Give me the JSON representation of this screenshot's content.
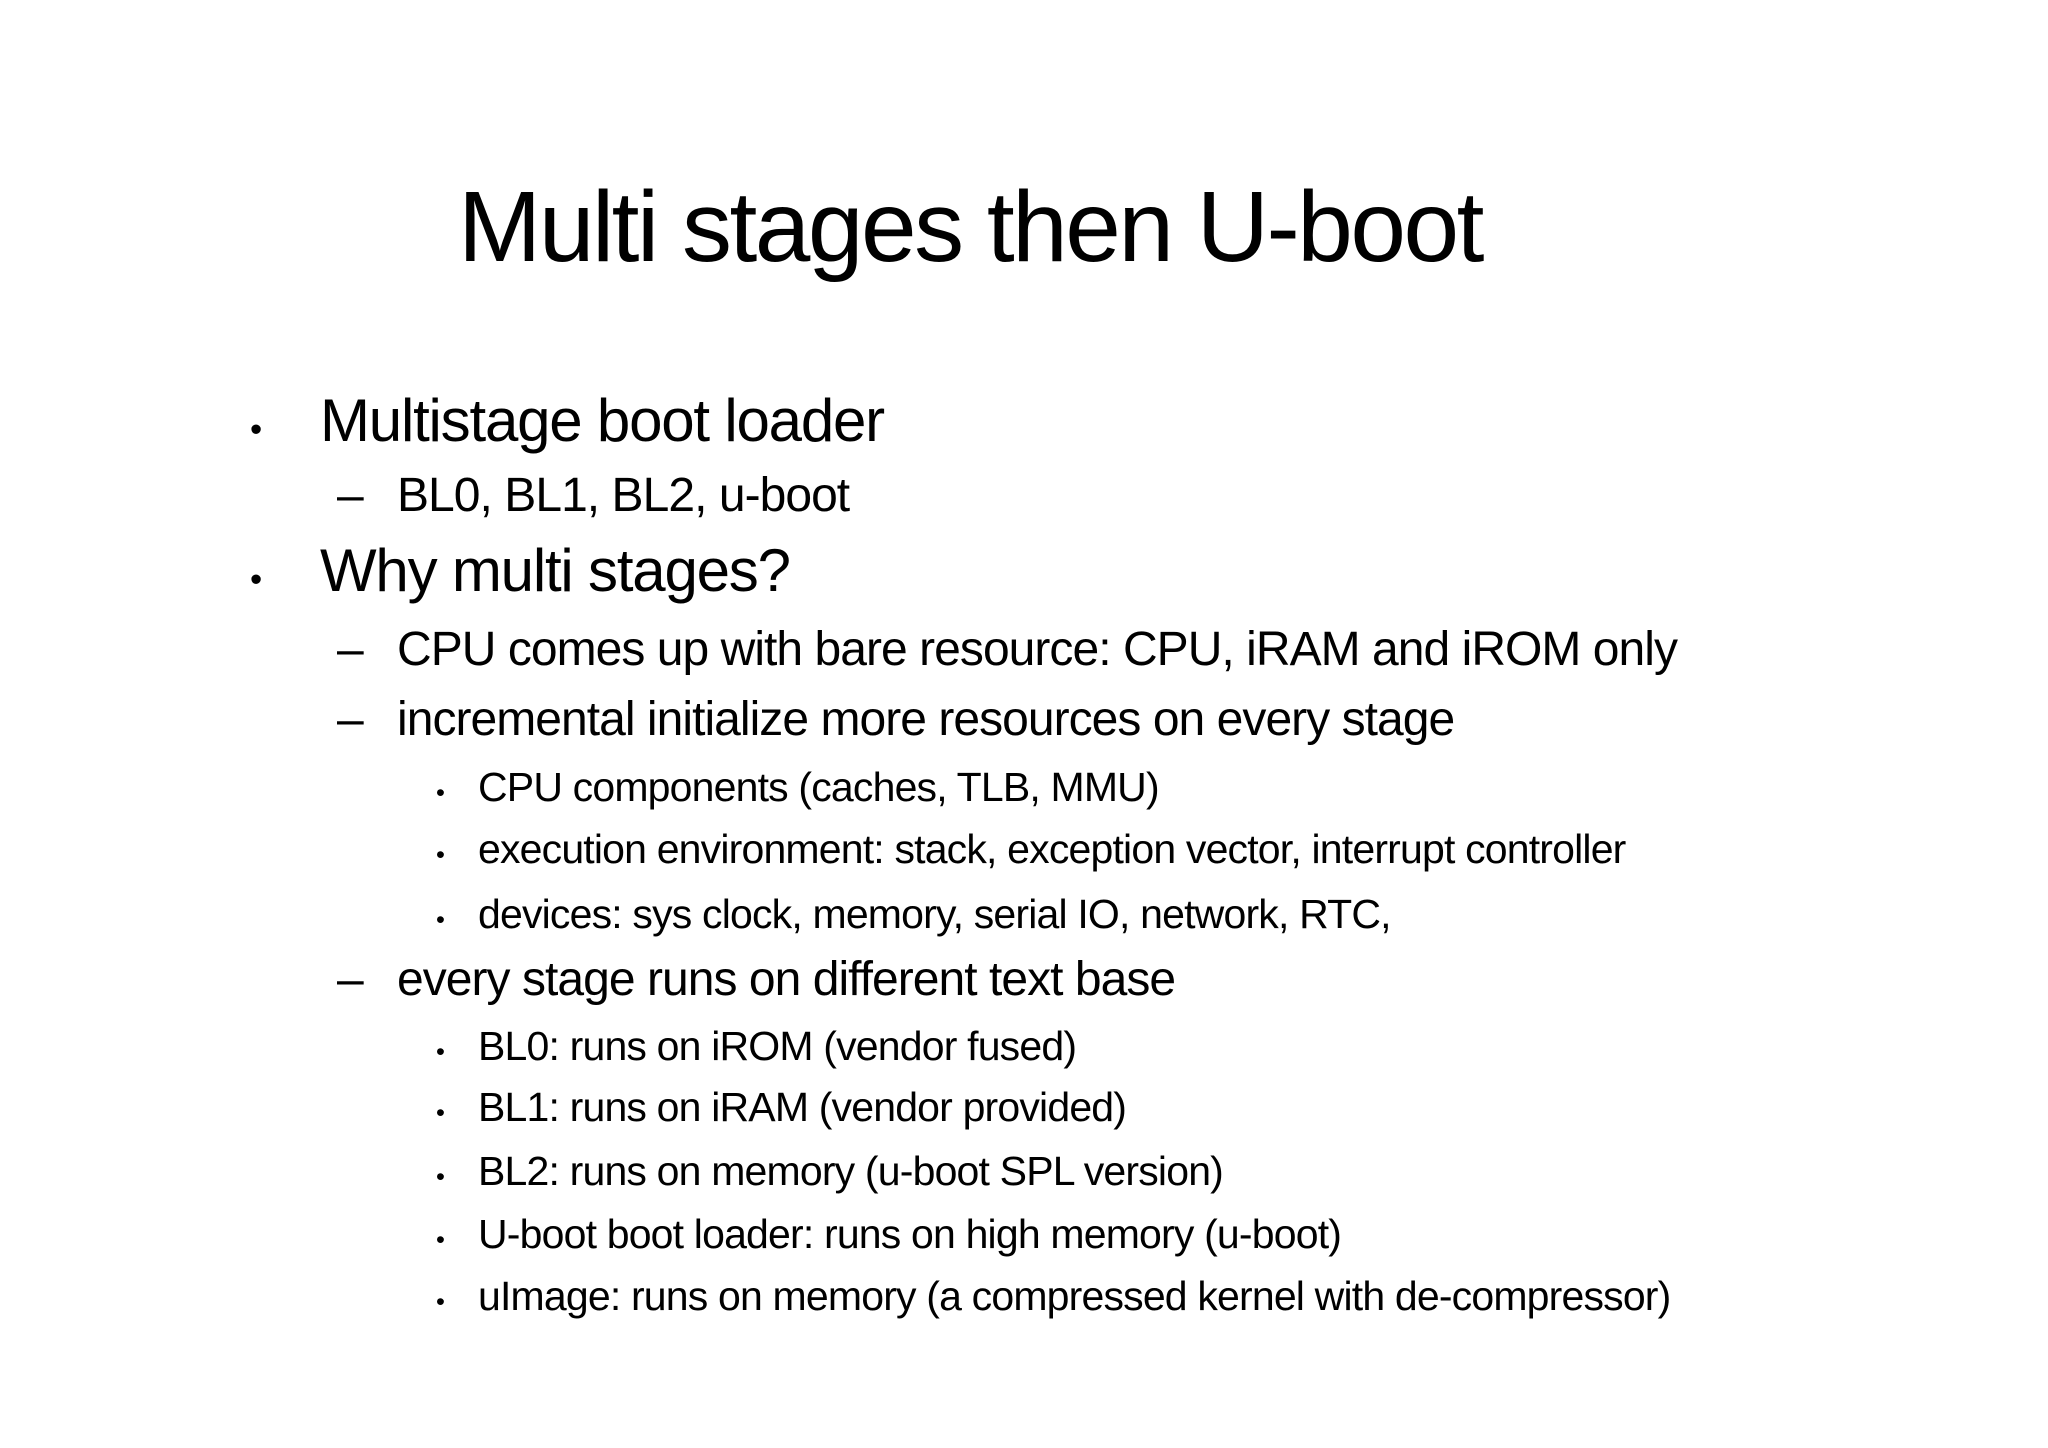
{
  "slide": {
    "title": "Multi stages then U-boot",
    "colors": {
      "background": "#ffffff",
      "text": "#000000"
    },
    "bullets": [
      {
        "level": 1,
        "marker": "•",
        "text": "Multistage boot loader"
      },
      {
        "level": 2,
        "marker": "–",
        "text": "BL0, BL1, BL2, u-boot"
      },
      {
        "level": 1,
        "marker": "•",
        "text": "Why multi stages?"
      },
      {
        "level": 2,
        "marker": "–",
        "text": "CPU comes up with bare resource: CPU, iRAM and iROM only"
      },
      {
        "level": 2,
        "marker": "–",
        "text": "incremental initialize more resources on every stage"
      },
      {
        "level": 3,
        "marker": "•",
        "text": "CPU components (caches, TLB, MMU)"
      },
      {
        "level": 3,
        "marker": "•",
        "text": "execution environment: stack, exception vector, interrupt controller"
      },
      {
        "level": 3,
        "marker": "•",
        "text": "devices: sys clock, memory, serial IO, network, RTC,"
      },
      {
        "level": 2,
        "marker": "–",
        "text": "every stage runs on different text base"
      },
      {
        "level": 3,
        "marker": "•",
        "text": "BL0: runs on iROM (vendor fused)"
      },
      {
        "level": 3,
        "marker": "•",
        "text": "BL1: runs on iRAM (vendor provided)"
      },
      {
        "level": 3,
        "marker": "•",
        "text": "BL2: runs on memory (u-boot SPL version)"
      },
      {
        "level": 3,
        "marker": "•",
        "text": "U-boot boot loader: runs on high memory (u-boot)"
      },
      {
        "level": 3,
        "marker": "•",
        "text": "uImage: runs on memory (a compressed kernel with de-compressor)"
      }
    ]
  }
}
